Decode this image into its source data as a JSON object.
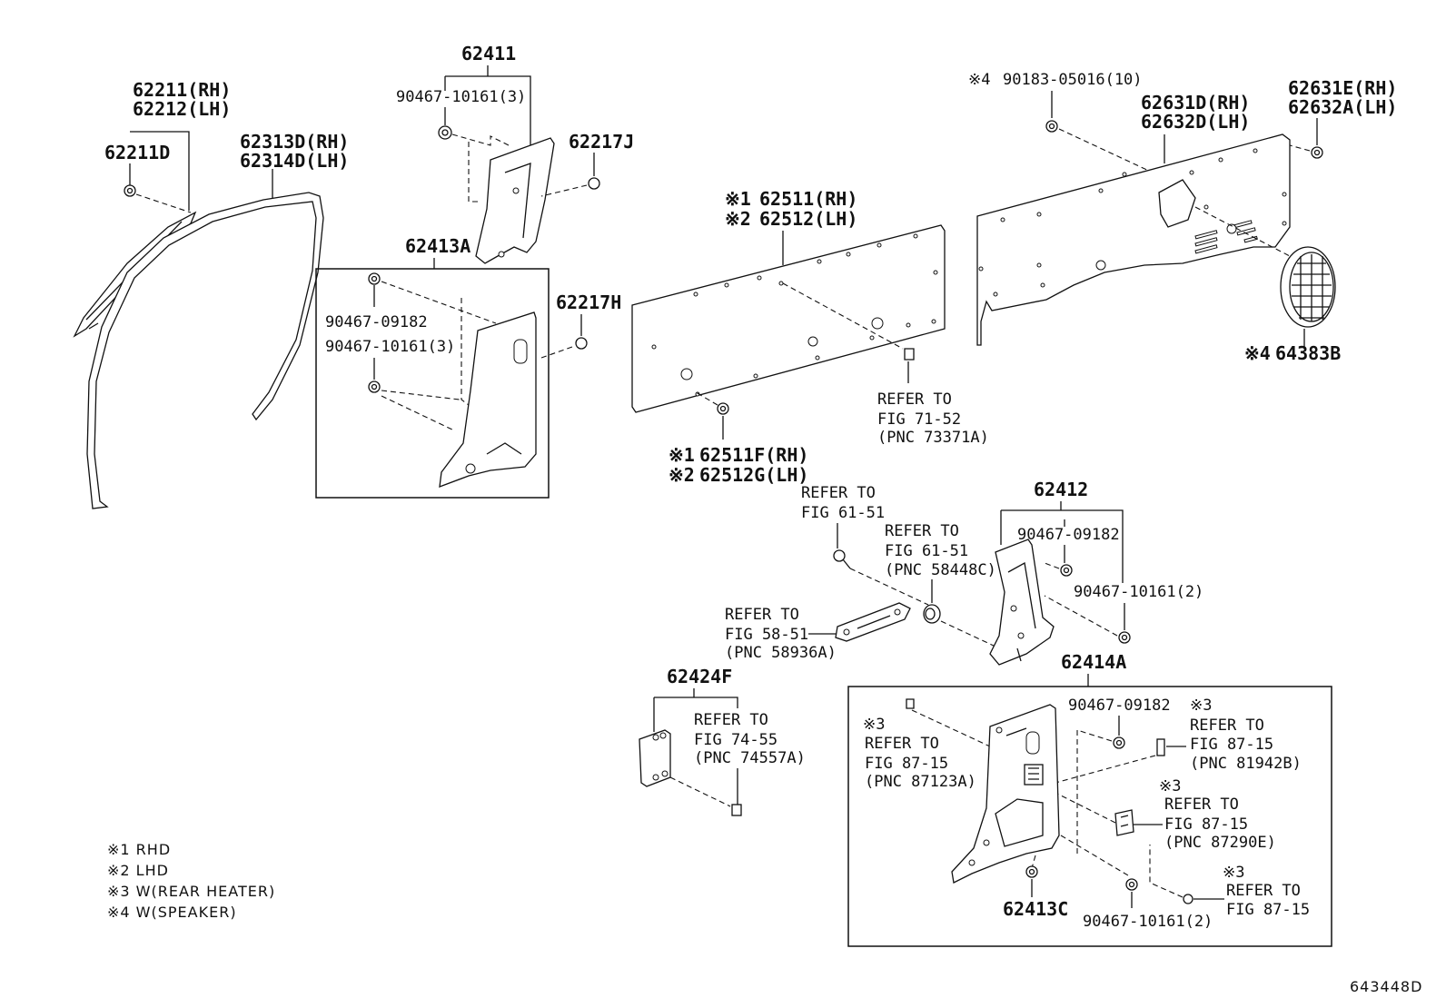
{
  "callouts": {
    "c62211": "62211(RH)",
    "c62212": "62212(LH)",
    "c62211D": "62211D",
    "c62313D": "62313D(RH)",
    "c62314D": "62314D(LH)",
    "c62411": "62411",
    "c90467_10161_3_top": "90467-10161(3)",
    "c62217J": "62217J",
    "c62413A": "62413A",
    "c62217H": "62217H",
    "c90467_09182_left": "90467-09182",
    "c90467_10161_3_left": "90467-10161(3)",
    "c62511_mark": "※1",
    "c62511": "62511(RH)",
    "c62512_mark": "※2",
    "c62512": "62512(LH)",
    "c62511F_mark": "※1",
    "c62511F": "62511F(RH)",
    "c62512G_mark": "※2",
    "c62512G": "62512G(LH)",
    "ref7152_1": "REFER TO",
    "ref7152_2": "FIG 71-52",
    "ref7152_3": "(PNC 73371A)",
    "c90183_mark": "※4",
    "c90183": "90183-05016(10)",
    "c62631D": "62631D(RH)",
    "c62632D": "62632D(LH)",
    "c62631E": "62631E(RH)",
    "c62632A": "62632A(LH)",
    "c64383B_mark": "※4",
    "c64383B": "64383B",
    "ref6151a_1": "REFER TO",
    "ref6151a_2": "FIG 61-51",
    "ref6151b_1": "REFER TO",
    "ref6151b_2": "FIG 61-51",
    "ref6151b_3": "(PNC 58448C)",
    "ref5851_1": "REFER TO",
    "ref5851_2": "FIG 58-51",
    "ref5851_3": "(PNC 58936A)",
    "c62412": "62412",
    "c90467_09182_right": "90467-09182",
    "c90467_10161_2_right": "90467-10161(2)",
    "c62424F": "62424F",
    "ref7455_1": "REFER TO",
    "ref7455_2": "FIG 74-55",
    "ref7455_3": "(PNC 74557A)",
    "c62414A": "62414A",
    "ref87123_mark": "※3",
    "ref87123_1": "REFER TO",
    "ref87123_2": "FIG 87-15",
    "ref87123_3": "(PNC 87123A)",
    "c90467_09182_bottom": "90467-09182",
    "ref81942_mark": "※3",
    "ref81942_1": "REFER TO",
    "ref81942_2": "FIG 87-15",
    "ref81942_3": "(PNC 81942B)",
    "ref87290_mark": "※3",
    "ref87290_1": "REFER TO",
    "ref87290_2": "FIG 87-15",
    "ref87290_3": "(PNC 87290E)",
    "ref8715_mark": "※3",
    "ref8715_1": "REFER TO",
    "ref8715_2": "FIG 87-15",
    "c62413C": "62413C",
    "c90467_10161_2_bottom": "90467-10161(2)"
  },
  "legend": {
    "n1": "※1  RHD",
    "n2": "※2  LHD",
    "n3": "※3  W(REAR  HEATER)",
    "n4": "※4  W(SPEAKER)"
  },
  "diagram_id": "643448D"
}
